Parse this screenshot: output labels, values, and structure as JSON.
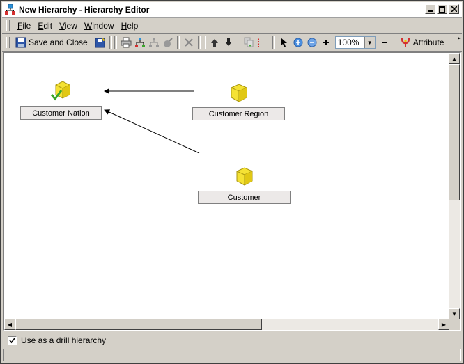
{
  "window": {
    "title": "New Hierarchy - Hierarchy Editor",
    "controls": [
      "minimize",
      "maximize",
      "close"
    ]
  },
  "menu": {
    "items": [
      {
        "key": "F",
        "rest": "ile"
      },
      {
        "key": "E",
        "rest": "dit"
      },
      {
        "key": "V",
        "rest": "iew"
      },
      {
        "key": "W",
        "rest": "indow"
      },
      {
        "key": "H",
        "rest": "elp"
      }
    ]
  },
  "toolbar": {
    "save_close_label": "Save and Close",
    "zoom_value": "100%",
    "attribute_label": "Attribute",
    "icons": [
      "save-icon",
      "save-as-icon",
      "print-icon",
      "hierarchy-icon",
      "hierarchy-disabled-icon",
      "tool-disabled-icon",
      "delete-icon",
      "move-up-icon",
      "move-down-icon",
      "copy-disabled-icon",
      "select-rect-icon",
      "pointer-icon",
      "zoom-in-icon",
      "zoom-out-icon",
      "plus-icon",
      "minus-icon",
      "attribute-icon"
    ]
  },
  "canvas": {
    "nodes": [
      {
        "label": "Customer Nation",
        "icon": "cube-check-icon"
      },
      {
        "label": "Customer Region",
        "icon": "cube-icon"
      },
      {
        "label": "Customer",
        "icon": "cube-icon"
      }
    ]
  },
  "footer": {
    "drill_checkbox_label": "Use as a drill hierarchy",
    "drill_checked": true
  },
  "colors": {
    "cube": "#f5e234",
    "check": "#3aa62a",
    "canvas_bg": "#ffffff",
    "chrome": "#d4d0c8"
  }
}
